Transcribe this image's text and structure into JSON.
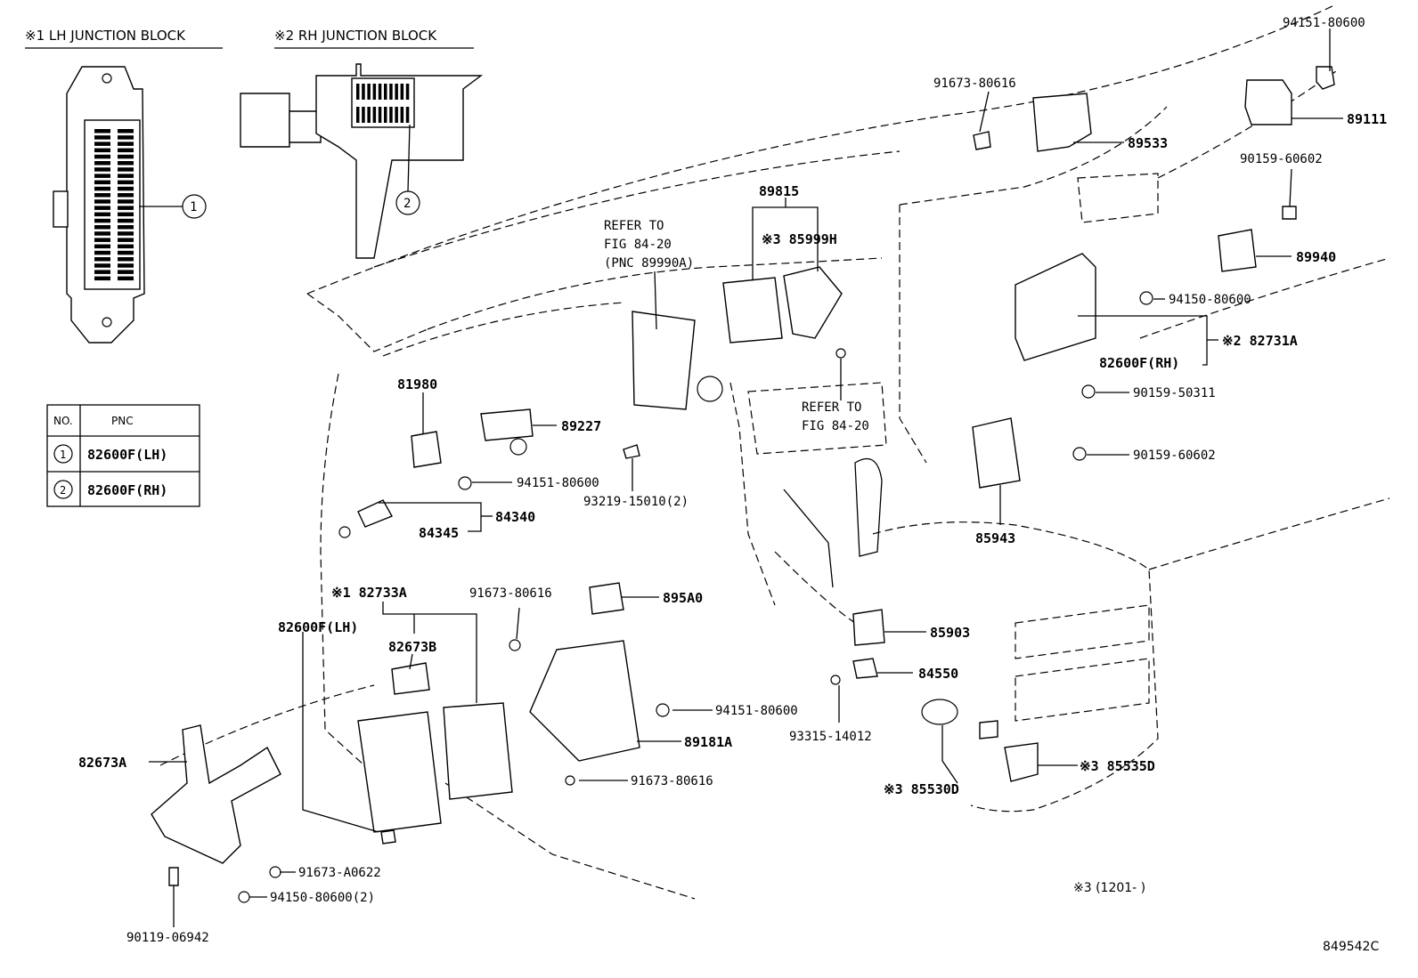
{
  "headers": {
    "lh_junction": "※1 LH JUNCTION BLOCK",
    "rh_junction": "※2 RH JUNCTION BLOCK"
  },
  "pnc_table": {
    "col_no": "NO.",
    "col_pnc": "PNC",
    "rows": [
      {
        "no": "1",
        "pnc": "82600F(LH)"
      },
      {
        "no": "2",
        "pnc": "82600F(RH)"
      }
    ]
  },
  "callouts": {
    "c1": "1",
    "c2": "2"
  },
  "refer": {
    "r1_l1": "REFER TO",
    "r1_l2": "FIG 84-20",
    "r1_l3": "(PNC 89990A)",
    "r2_l1": "REFER TO",
    "r2_l2": "FIG 84-20"
  },
  "parts": {
    "p94151_top": "94151-80600",
    "p89111": "89111",
    "p91673_top": "91673-80616",
    "p89533": "89533",
    "p90159_a": "90159-60602",
    "p89815": "89815",
    "p85999h": "※3 85999H",
    "p89940": "89940",
    "p94150_r": "94150-80600",
    "p82731a": "※2 82731A",
    "p82600f_rh": "82600F(RH)",
    "p90159_50311": "90159-50311",
    "p90159_b": "90159-60602",
    "p81980": "81980",
    "p89227": "89227",
    "p94151_mid": "94151-80600",
    "p93219": "93219-15010(2)",
    "p84340": "84340",
    "p84345": "84345",
    "p85943": "85943",
    "p82733a": "※1 82733A",
    "p91673_mid": "91673-80616",
    "p895a0": "895A0",
    "p82600f_lh": "82600F(LH)",
    "p82673b": "82673B",
    "p85903": "85903",
    "p84550": "84550",
    "p94151_low": "94151-80600",
    "p93315": "93315-14012",
    "p89181a": "89181A",
    "p82673a": "82673A",
    "p91673_low": "91673-80616",
    "p85535d": "※3 85535D",
    "p85530d": "※3 85530D",
    "p91673_a0622": "91673-A0622",
    "p94150_2": "94150-80600(2)",
    "p90119": "90119-06942"
  },
  "footnote": "※3 (1201-      )",
  "figure_id": "849542C"
}
